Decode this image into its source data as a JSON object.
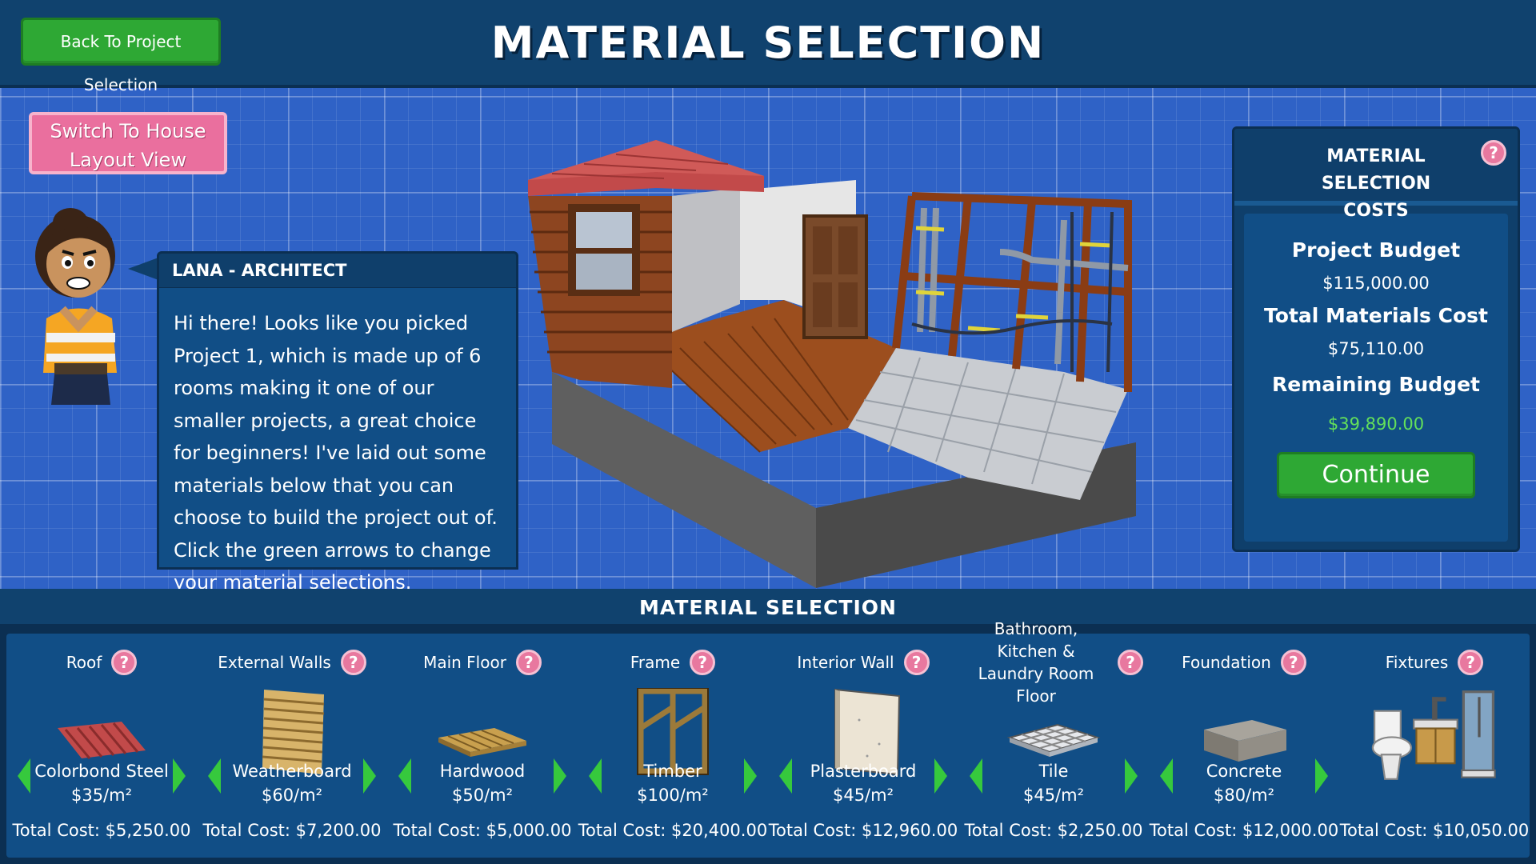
{
  "header": {
    "title": "MATERIAL SELECTION",
    "back_label": "Back To Project Selection"
  },
  "switch_view_label": "Switch To House Layout View",
  "dialog": {
    "speaker": "LANA - ARCHITECT",
    "text": "Hi there! Looks like you picked Project 1, which is made up of 6 rooms making it one of our smaller projects, a great choice for beginners! I've laid out some materials below that you can choose to build the project out of. Click the green arrows to change your material selections."
  },
  "costs": {
    "title": "MATERIAL SELECTION COSTS",
    "help": "?",
    "project_budget_label": "Project Budget",
    "project_budget": "$115,000.00",
    "total_materials_label": "Total Materials Cost",
    "total_materials": "$75,110.00",
    "remaining_label": "Remaining Budget",
    "remaining": "$39,890.00",
    "continue_label": "Continue",
    "remaining_color": "#63e05a"
  },
  "materials": {
    "title": "MATERIAL SELECTION",
    "help": "?",
    "items": [
      {
        "category": "Roof",
        "selection": "Colorbond Steel",
        "price": "$35/m²",
        "total": "Total Cost: $5,250.00",
        "icon": "roof-icon"
      },
      {
        "category": "External Walls",
        "selection": "Weatherboard",
        "price": "$60/m²",
        "total": "Total Cost: $7,200.00",
        "icon": "weatherboard-icon"
      },
      {
        "category": "Main Floor",
        "selection": "Hardwood",
        "price": "$50/m²",
        "total": "Total Cost: $5,000.00",
        "icon": "hardwood-icon"
      },
      {
        "category": "Frame",
        "selection": "Timber",
        "price": "$100/m²",
        "total": "Total Cost: $20,400.00",
        "icon": "timber-frame-icon"
      },
      {
        "category": "Interior Wall",
        "selection": "Plasterboard",
        "price": "$45/m²",
        "total": "Total Cost: $12,960.00",
        "icon": "plasterboard-icon"
      },
      {
        "category": "Bathroom, Kitchen & Laundry Room Floor",
        "selection": "Tile",
        "price": "$45/m²",
        "total": "Total Cost: $2,250.00",
        "icon": "tile-icon"
      },
      {
        "category": "Foundation",
        "selection": "Concrete",
        "price": "$80/m²",
        "total": "Total Cost: $12,000.00",
        "icon": "concrete-icon"
      },
      {
        "category": "Fixtures",
        "selection": "",
        "price": "",
        "total": "Total Cost: $10,050.00",
        "icon": "fixtures-icon"
      }
    ]
  }
}
